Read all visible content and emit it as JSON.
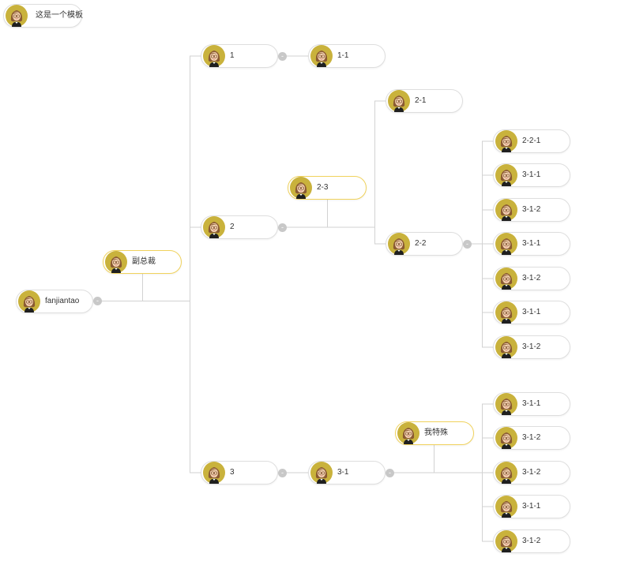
{
  "colors": {
    "line": "#d2d2d2",
    "node_border": "#dedede",
    "assistant_border": "#f0d25c",
    "toggle": "#c8c8c8"
  },
  "template_label": "这是一个模板",
  "toggle_symbol": "-",
  "nodes": {
    "root": "fanjiantao",
    "vp": "副总裁",
    "n1": "1",
    "n1_1": "1-1",
    "n2": "2",
    "n2_3": "2-3",
    "n2_1": "2-1",
    "n2_2": "2-2",
    "n2_2_1": "2-2-1",
    "n2_2_c2": "3-1-1",
    "n2_2_c3": "3-1-2",
    "n2_2_c4": "3-1-1",
    "n2_2_c5": "3-1-2",
    "n2_2_c6": "3-1-1",
    "n2_2_c7": "3-1-2",
    "n3": "3",
    "n3_1": "3-1",
    "special": "我特殊",
    "n3_1_c1": "3-1-1",
    "n3_1_c2": "3-1-2",
    "n3_1_c3": "3-1-2",
    "n3_1_c4": "3-1-1",
    "n3_1_c5": "3-1-2"
  }
}
